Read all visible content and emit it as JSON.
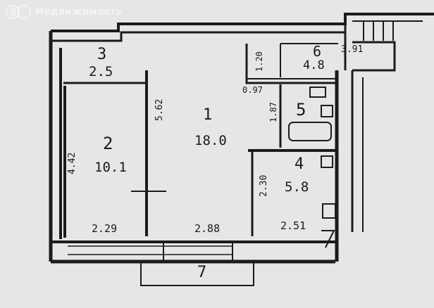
{
  "watermark": {
    "icon_letter": "Я",
    "brand": "Недвижимость"
  },
  "rooms": [
    {
      "number": "1",
      "area": "18.0"
    },
    {
      "number": "2",
      "area": "10.1"
    },
    {
      "number": "3",
      "area": "2.5"
    },
    {
      "number": "4",
      "area": "5.8"
    },
    {
      "number": "5",
      "area": ""
    },
    {
      "number": "6",
      "area": "4.8"
    },
    {
      "number": "7",
      "area": ""
    }
  ],
  "dimensions": {
    "room2_bottom": "2.29",
    "room1_bottom": "2.88",
    "room4_bottom": "2.51",
    "room6_right": "3.91",
    "door_label": "0.97",
    "room2_side": "4.42",
    "room1_side": "5.62",
    "room4_side": "2.30",
    "room5_side": "1.87",
    "room6_side": "1.20"
  }
}
